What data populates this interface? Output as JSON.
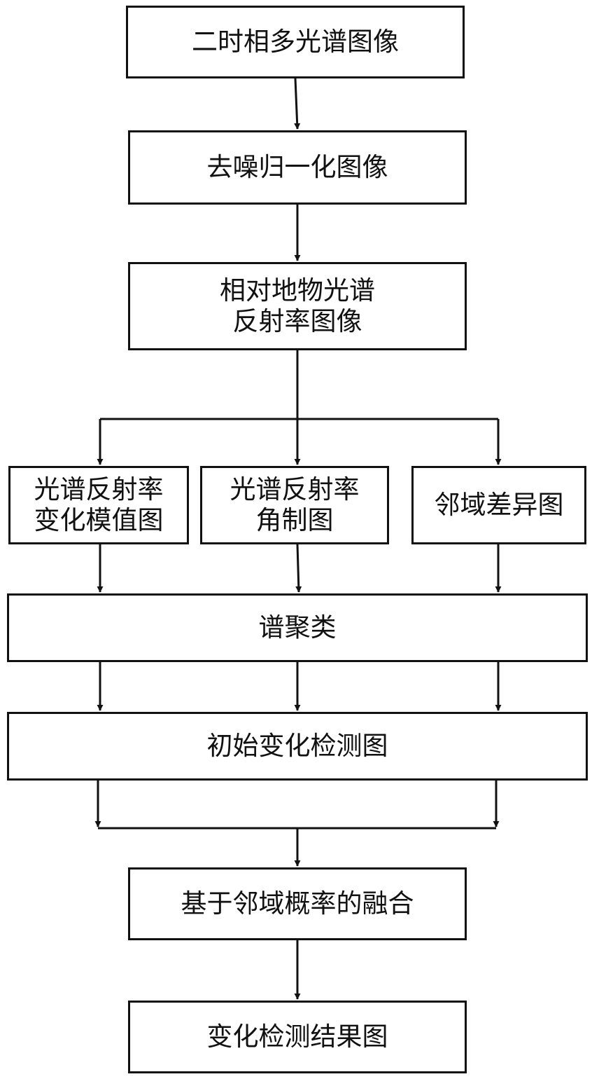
{
  "diagram": {
    "type": "flowchart",
    "nodes": {
      "input": {
        "lines": [
          "二时相多光谱图像"
        ]
      },
      "denoise": {
        "lines": [
          "去噪归一化图像"
        ]
      },
      "reflectance": {
        "lines": [
          "相对地物光谱",
          "反射率图像"
        ]
      },
      "magnitude": {
        "lines": [
          "光谱反射率",
          "变化模值图"
        ]
      },
      "angle": {
        "lines": [
          "光谱反射率",
          "角制图"
        ]
      },
      "neighborhood": {
        "lines": [
          "邻域差异图"
        ]
      },
      "clustering": {
        "lines": [
          "谱聚类"
        ]
      },
      "initial": {
        "lines": [
          "初始变化检测图"
        ]
      },
      "fusion": {
        "lines": [
          "基于邻域概率的融合"
        ]
      },
      "result": {
        "lines": [
          "变化检测结果图"
        ]
      }
    },
    "edges": [
      [
        "input",
        "denoise"
      ],
      [
        "denoise",
        "reflectance"
      ],
      [
        "reflectance",
        "magnitude"
      ],
      [
        "reflectance",
        "angle"
      ],
      [
        "reflectance",
        "neighborhood"
      ],
      [
        "magnitude",
        "clustering"
      ],
      [
        "angle",
        "clustering"
      ],
      [
        "neighborhood",
        "clustering"
      ],
      [
        "clustering",
        "initial"
      ],
      [
        "initial",
        "fusion"
      ],
      [
        "fusion",
        "result"
      ]
    ],
    "colors": {
      "stroke": "#111111",
      "fill": "#ffffff"
    }
  }
}
